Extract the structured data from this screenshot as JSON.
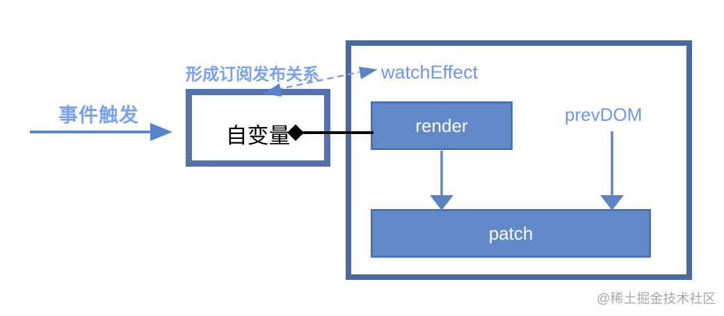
{
  "diagram": {
    "left_flow": {
      "event_trigger_label": "事件触发"
    },
    "pubsub": {
      "label": "形成订阅发布关系"
    },
    "variable_box": {
      "label": "自变量"
    },
    "watch_effect": {
      "title": "watchEffect",
      "render_label": "render",
      "prev_dom_label": "prevDOM",
      "patch_label": "patch"
    },
    "watermark": "@稀土掘金技术社区",
    "colors": {
      "label_blue_cn": "#7aa1ec",
      "label_blue_en": "#6f97e8",
      "arrow_blue": "#5b83c9",
      "dashed_arrow_blue": "#7b9ddf",
      "outer_border_blue": "#4a6a9e",
      "variable_border_blue": "#5572aa",
      "box_fill_blue": "#6289c8",
      "box_border_blue": "#4a73b3",
      "connector_black": "#000000",
      "watermark_gray": "#a9a9ac"
    },
    "icons": {
      "event_arrow": "right-arrow",
      "pubsub_arrow": "dashed-double-arrow",
      "variable_connector": "diamond-line",
      "render_to_patch": "down-arrow",
      "prevdom_to_patch": "down-arrow"
    }
  }
}
